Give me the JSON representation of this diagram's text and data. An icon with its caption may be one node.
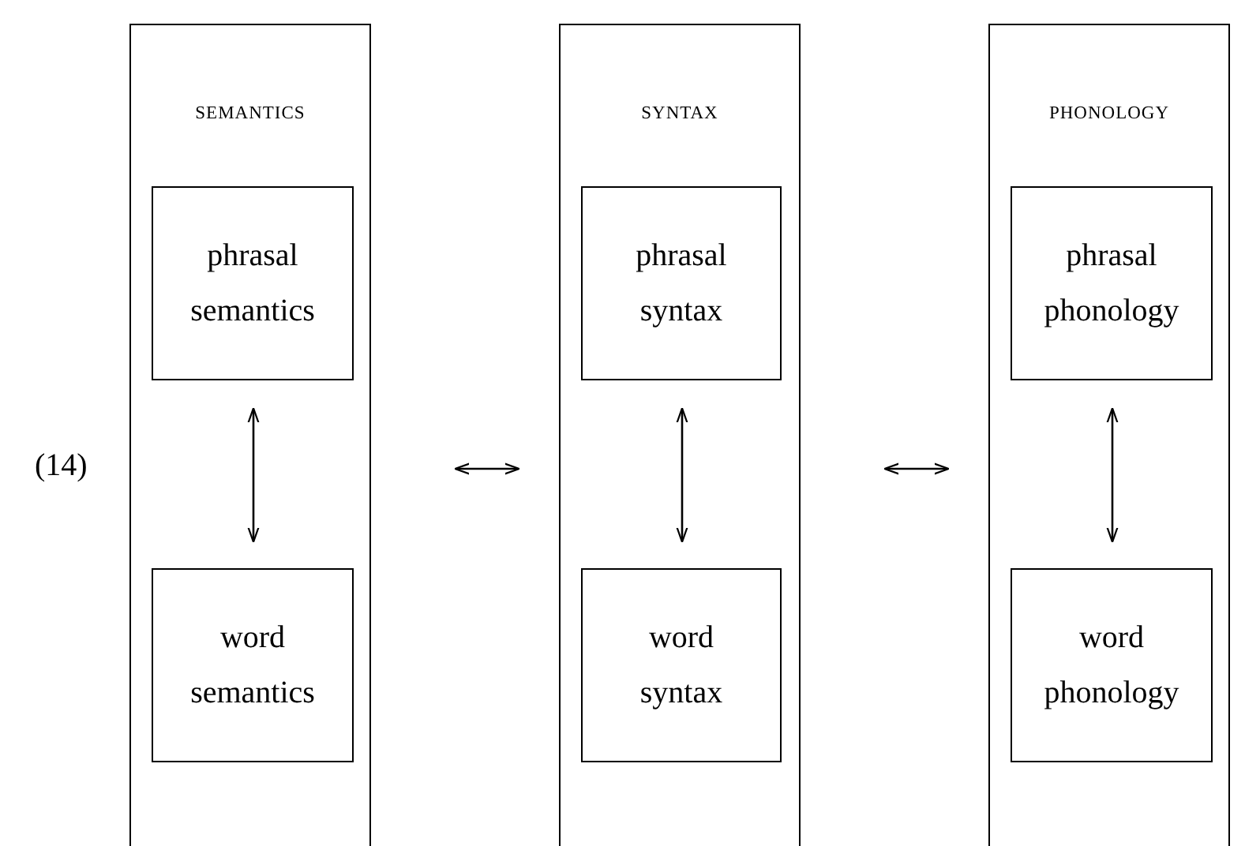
{
  "diagram": {
    "nodes": [
      {
        "text": [
          "SEMANTICS"
        ]
      },
      {
        "text": [
          "phrasal semantics"
        ],
        "in": 0
      },
      {
        "text": [
          "word semantics"
        ],
        "in": 0
      },
      {
        "text": [
          "SYNTAX"
        ]
      },
      {
        "text": [
          "phrasal syntax"
        ],
        "in": 3
      },
      {
        "text": [
          "word syntax"
        ],
        "in": 3
      },
      {
        "text": [
          "PHONOLOGY"
        ]
      },
      {
        "text": [
          "phrasal phonology"
        ],
        "in": 6
      },
      {
        "text": [
          "word phonology"
        ],
        "in": 6
      }
    ],
    "edges": [
      {
        "from": 1,
        "to": 2,
        "arrow": "both"
      },
      {
        "from": 0,
        "to": 3,
        "arrow": "both"
      },
      {
        "from": 4,
        "to": 5,
        "arrow": "both"
      },
      {
        "from": 3,
        "to": 6,
        "arrow": "both"
      },
      {
        "from": 7,
        "to": 8,
        "arrow": "both"
      }
    ],
    "labels": [
      "(14)"
    ]
  }
}
